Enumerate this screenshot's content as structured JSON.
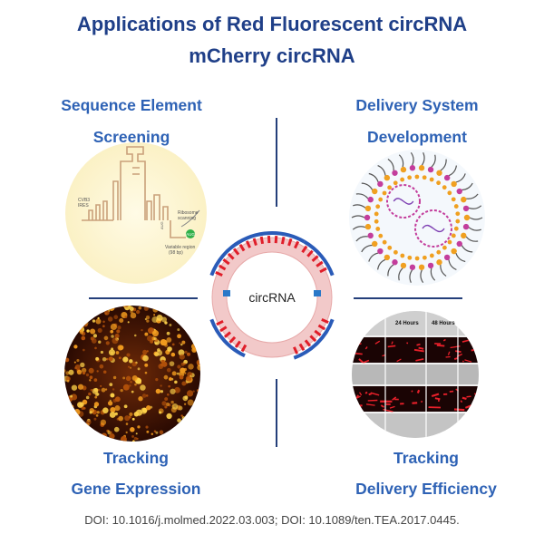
{
  "title": {
    "line1": "Applications of Red Fluorescent circRNA",
    "line2": "mCherry circRNA"
  },
  "quadrants": {
    "top_left": {
      "line1": "Sequence Element",
      "line2": "Screening"
    },
    "top_right": {
      "line1": "Delivery System",
      "line2": "Development"
    },
    "bottom_left": {
      "line1": "Tracking",
      "line2": "Gene Expression"
    },
    "bottom_right": {
      "line1": "Tracking",
      "line2": "Delivery Efficiency"
    }
  },
  "center": {
    "label": "circRNA"
  },
  "ires_diagram": {
    "ires_label_1": "CVB3",
    "ires_label_2": "IRES",
    "start_codon": "AUG",
    "ribosome_1": "Ribosome",
    "ribosome_2": "scanning",
    "variable_1": "Variable region",
    "variable_2": "(98 bp)",
    "aug_badge": "AUG"
  },
  "microscopy": {
    "col1": "24 Hours",
    "col2": "48 Hours"
  },
  "footer": {
    "citation": "DOI: 10.1016/j.molmed.2022.03.003; DOI: 10.1089/ten.TEA.2017.0445."
  },
  "colors": {
    "title": "#1f3f88",
    "heading": "#2e62b5",
    "divider": "#243f7a",
    "ring": "#f2c9c9",
    "red_accent": "#e01e2a",
    "blue_accent": "#2a5bb8"
  }
}
